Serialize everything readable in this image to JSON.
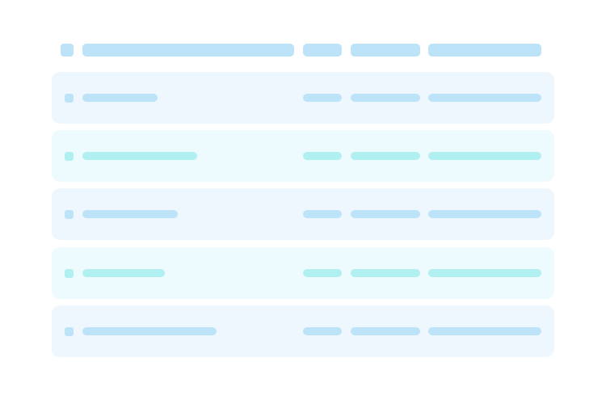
{
  "colors": {
    "header_bar": "#bde3f8",
    "row_blue_bg": "#eff7fe",
    "row_blue_bar": "#bde3f8",
    "row_teal_bg": "#eefbfe",
    "row_teal_bar": "#b0f0f0"
  },
  "table": {
    "rows": [
      {
        "variant": "blue"
      },
      {
        "variant": "teal"
      },
      {
        "variant": "blue"
      },
      {
        "variant": "teal"
      },
      {
        "variant": "blue"
      }
    ]
  }
}
